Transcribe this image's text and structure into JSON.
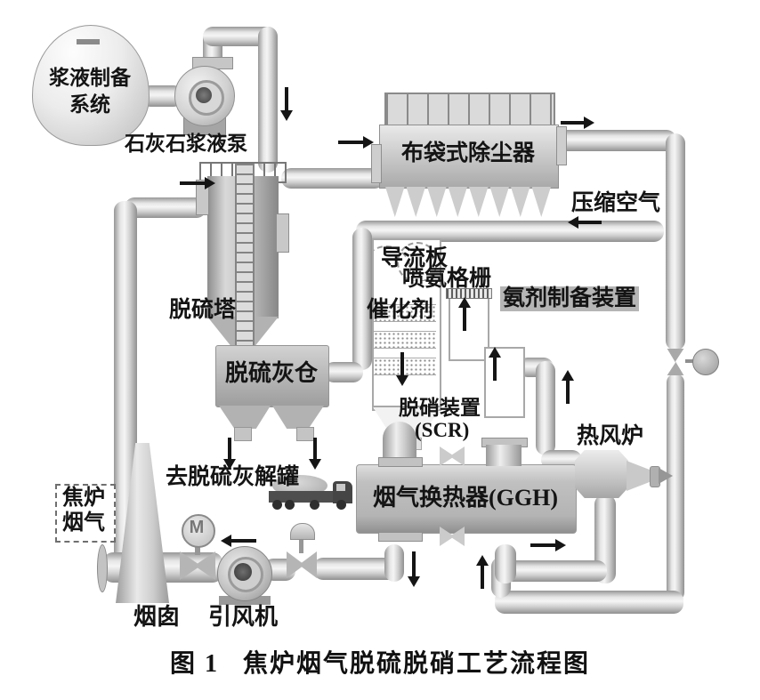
{
  "figure": {
    "caption": "图 1   焦炉烟气脱硫脱硝工艺流程图"
  },
  "labels": {
    "slurry_system_line1": "浆液制备",
    "slurry_system_line2": "系统",
    "limestone_pump": "石灰石浆液泵",
    "desulfurization_tower": "脱硫塔",
    "bag_filter": "布袋式除尘器",
    "compressed_air": "压缩空气",
    "desulfurization_ash_silo": "脱硫灰仓",
    "to_ash_dissolving_tank": "去脱硫灰解罐",
    "guide_plate": "导流板",
    "ammonia_injection_grid": "喷氨格栅",
    "ammonia_prep_device": "氨剂制备装置",
    "catalyst": "催化剂",
    "denitrification_line1": "脱硝装置",
    "denitrification_line2": "(SCR)",
    "gas_heat_exchanger": "烟气换热器(GGH)",
    "hot_air_furnace": "热风炉",
    "coke_oven_gas_line1": "焦炉",
    "coke_oven_gas_line2": "烟气",
    "chimney": "烟囱",
    "induced_draft_fan": "引风机",
    "motor_valve_letter": "M"
  },
  "colors": {
    "background": "#ffffff",
    "pipe_mid": "#cfcfcf",
    "equipment_gray": "#b3b3b3",
    "label_highlight_bg": "#b5b5b5",
    "arrow": "#151515"
  }
}
